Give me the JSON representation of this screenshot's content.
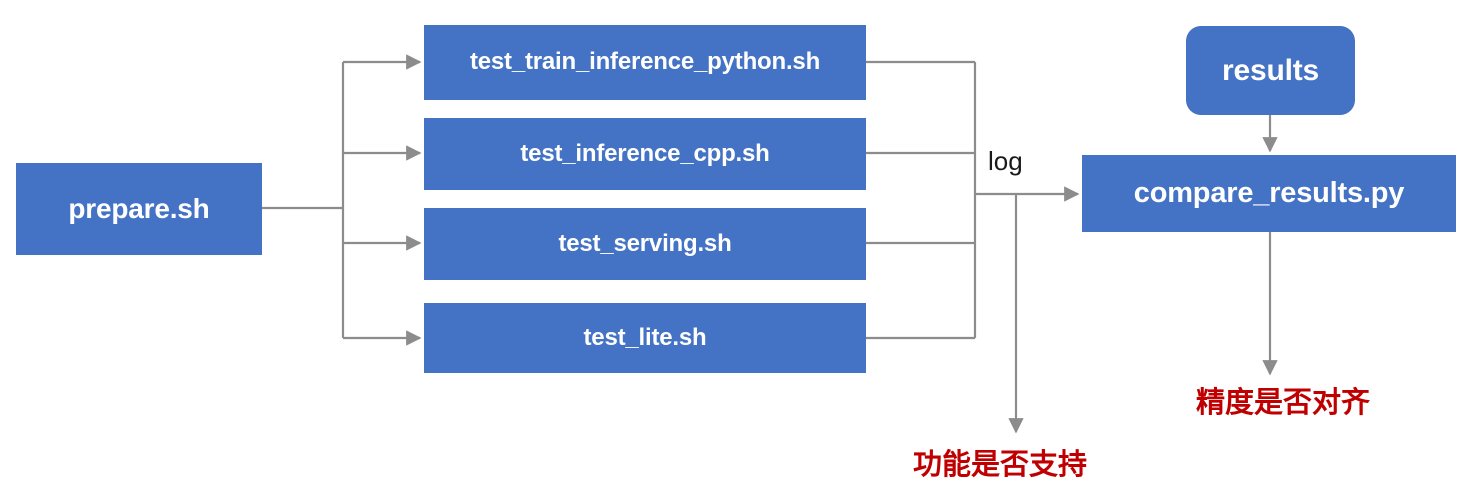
{
  "diagram": {
    "type": "flowchart",
    "title": "",
    "colors": {
      "node_fill": "#4472C4",
      "node_text": "#FFFFFF",
      "edge_stroke": "#8C8C8C",
      "note_text": "#C00000",
      "background": "#FFFFFF"
    },
    "nodes": {
      "prepare": {
        "label": "prepare.sh",
        "shape": "rect"
      },
      "results": {
        "label": "results",
        "shape": "rounded-rect"
      },
      "compare": {
        "label": "compare_results.py",
        "shape": "rect"
      },
      "scripts": [
        {
          "label": "test_train_inference_python.sh",
          "shape": "rect"
        },
        {
          "label": "test_inference_cpp.sh",
          "shape": "rect"
        },
        {
          "label": "test_serving.sh",
          "shape": "rect"
        },
        {
          "label": "test_lite.sh",
          "shape": "rect"
        }
      ]
    },
    "edge_labels": {
      "log": "log"
    },
    "notes": {
      "function_supported": "功能是否支持",
      "precision_aligned": "精度是否对齐"
    }
  }
}
